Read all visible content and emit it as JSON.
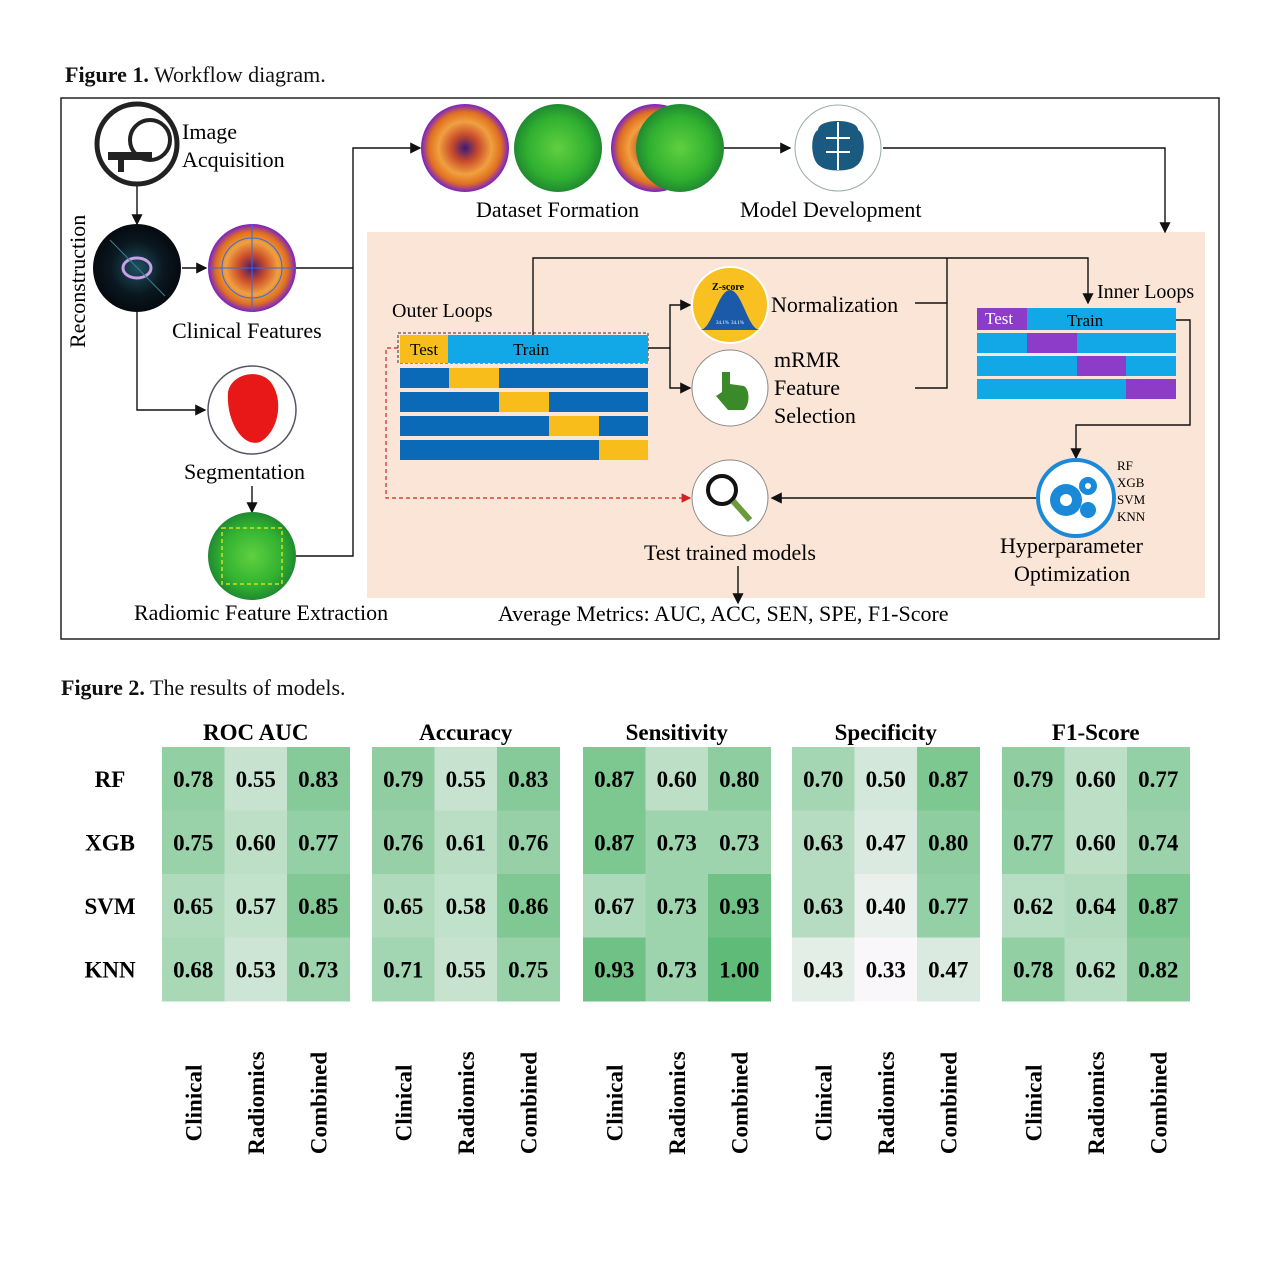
{
  "figure1": {
    "caption_prefix": "Figure 1.",
    "caption_text": " Workflow diagram.",
    "labels": {
      "image_acquisition_1": "Image",
      "image_acquisition_2": "Acquisition",
      "reconstruction": "Reconstruction",
      "clinical_features": "Clinical Features",
      "segmentation": "Segmentation",
      "radiomic_feature_extraction": "Radiomic Feature Extraction",
      "dataset_formation": "Dataset Formation",
      "model_development": "Model Development",
      "outer_loops": "Outer Loops",
      "inner_loops": "Inner Loops",
      "test": "Test",
      "train": "Train",
      "zscore": "Z-score",
      "zscore_left": "34.1%",
      "zscore_right": "34.1%",
      "normalization": "Normalization",
      "mrmr_1": "mRMR",
      "mrmr_2": "Feature",
      "mrmr_3": "Selection",
      "test_trained_models": "Test trained models",
      "hyper_1": "Hyperparameter",
      "hyper_2": "Optimization",
      "models": [
        "RF",
        "XGB",
        "SVM",
        "KNN"
      ],
      "average_metrics": "Average Metrics: AUC, ACC, SEN, SPE, F1-Score"
    },
    "colors": {
      "panel_bg": "#fae5d6",
      "cv_blue": "#0a6ab8",
      "cv_light_blue": "#12a8e8",
      "cv_gold": "#f8bd1a",
      "cv_purple": "#8c3cc8",
      "dashed_red": "#d42020"
    }
  },
  "figure2": {
    "caption_prefix": "Figure 2.",
    "caption_text": " The results of models.",
    "chart_data": {
      "type": "heatmap",
      "rows": [
        "RF",
        "XGB",
        "SVM",
        "KNN"
      ],
      "columns": [
        "Clinical",
        "Radiomics",
        "Combined"
      ],
      "panels": [
        {
          "title": "ROC AUC",
          "values": [
            [
              0.78,
              0.55,
              0.83
            ],
            [
              0.75,
              0.6,
              0.77
            ],
            [
              0.65,
              0.57,
              0.85
            ],
            [
              0.68,
              0.53,
              0.73
            ]
          ]
        },
        {
          "title": "Accuracy",
          "values": [
            [
              0.79,
              0.55,
              0.83
            ],
            [
              0.76,
              0.61,
              0.76
            ],
            [
              0.65,
              0.58,
              0.86
            ],
            [
              0.71,
              0.55,
              0.75
            ]
          ]
        },
        {
          "title": "Sensitivity",
          "values": [
            [
              0.87,
              0.6,
              0.8
            ],
            [
              0.87,
              0.73,
              0.73
            ],
            [
              0.67,
              0.73,
              0.93
            ],
            [
              0.93,
              0.73,
              1.0
            ]
          ]
        },
        {
          "title": "Specificity",
          "values": [
            [
              0.7,
              0.5,
              0.87
            ],
            [
              0.63,
              0.47,
              0.8
            ],
            [
              0.63,
              0.4,
              0.77
            ],
            [
              0.43,
              0.33,
              0.47
            ]
          ]
        },
        {
          "title": "F1-Score",
          "values": [
            [
              0.79,
              0.6,
              0.77
            ],
            [
              0.77,
              0.6,
              0.74
            ],
            [
              0.62,
              0.64,
              0.87
            ],
            [
              0.78,
              0.62,
              0.82
            ]
          ]
        }
      ],
      "colormap": {
        "low": "#faf7fb",
        "high": "#5fbb78"
      }
    }
  }
}
